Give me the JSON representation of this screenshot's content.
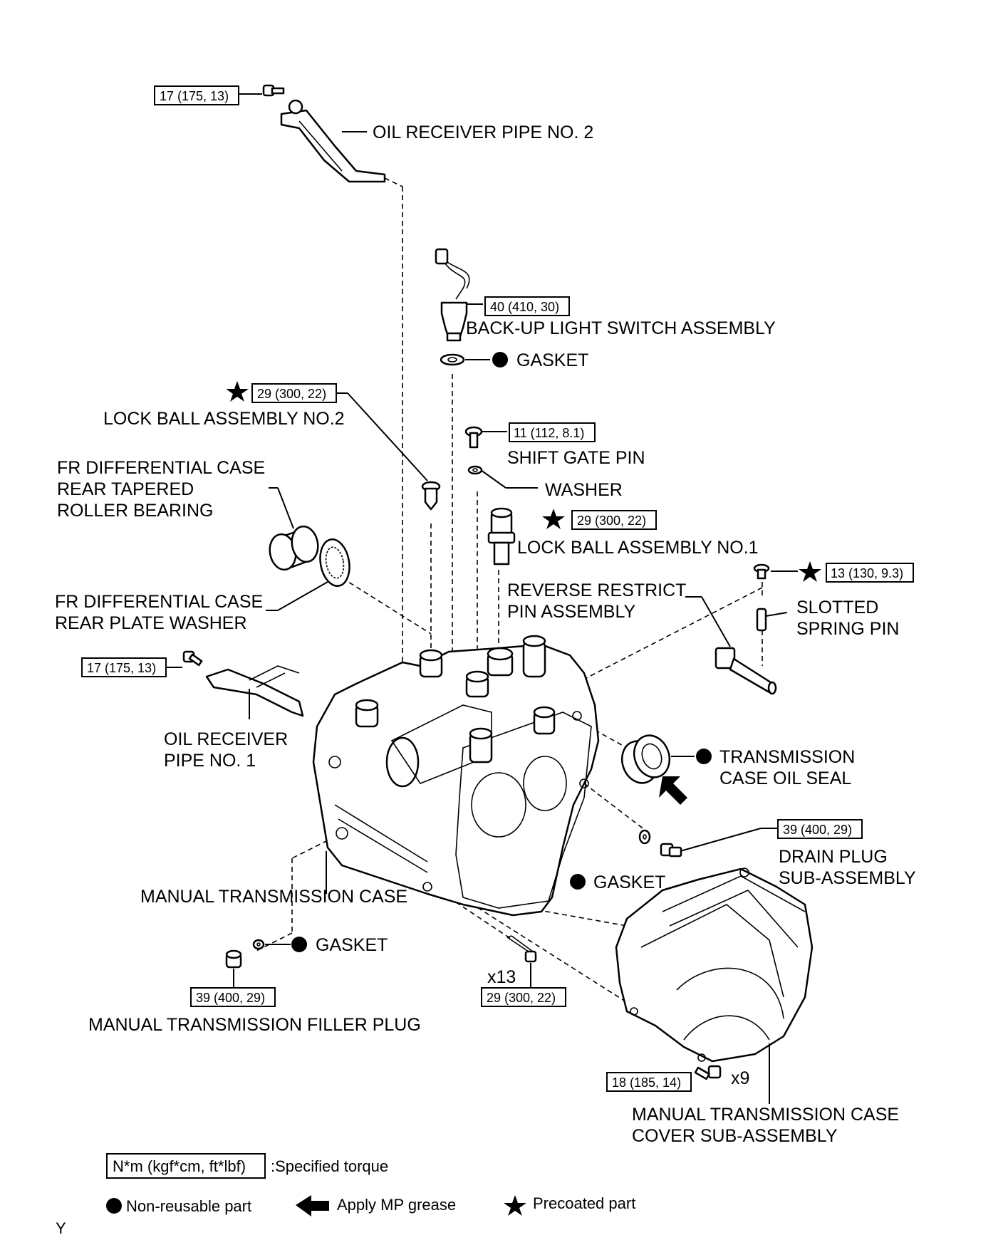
{
  "labels": {
    "oil_receiver_pipe_2": "OIL RECEIVER PIPE NO. 2",
    "backup_light_switch": "BACK-UP LIGHT SWITCH ASSEMBLY",
    "gasket_top": "GASKET",
    "lock_ball_2": "LOCK BALL ASSEMBLY NO.2",
    "shift_gate_pin": "SHIFT GATE PIN",
    "fr_bearing_1": "FR DIFFERENTIAL CASE",
    "fr_bearing_2": "REAR TAPERED",
    "fr_bearing_3": "ROLLER BEARING",
    "washer": "WASHER",
    "lock_ball_1": "LOCK BALL ASSEMBLY NO.1",
    "reverse_restrict_1": "REVERSE RESTRICT",
    "reverse_restrict_2": "PIN ASSEMBLY",
    "slotted_1": "SLOTTED",
    "slotted_2": "SPRING PIN",
    "fr_washer_1": "FR DIFFERENTIAL CASE",
    "fr_washer_2": "REAR PLATE WASHER",
    "oil_receiver_pipe_1a": "OIL RECEIVER",
    "oil_receiver_pipe_1b": "PIPE NO. 1",
    "trans_oil_seal_1": "TRANSMISSION",
    "trans_oil_seal_2": "CASE OIL SEAL",
    "drain_plug_1": "DRAIN PLUG",
    "drain_plug_2": "SUB-ASSEMBLY",
    "gasket_mid": "GASKET",
    "manual_trans_case": "MANUAL TRANSMISSION CASE",
    "gasket_low": "GASKET",
    "x13": "x13",
    "filler_plug": "MANUAL TRANSMISSION FILLER PLUG",
    "x9": "x9",
    "cover_1": "MANUAL TRANSMISSION CASE",
    "cover_2": "COVER SUB-ASSEMBLY"
  },
  "torques": {
    "t_pipe2": "17 (175, 13)",
    "t_backup": "40 (410, 30)",
    "t_lockball2": "29 (300, 22)",
    "t_shiftgate": "11 (112, 8.1)",
    "t_lockball1": "29 (300, 22)",
    "t_slotted": "13 (130, 9.3)",
    "t_pipe1": "17 (175, 13)",
    "t_drain": "39 (400, 29)",
    "t_filler": "39 (400, 29)",
    "t_case_bolt": "29 (300, 22)",
    "t_cover": "18 (185, 14)"
  },
  "legend": {
    "torque_units": "N*m (kgf*cm, ft*lbf)",
    "torque_desc": ":Specified torque",
    "non_reusable": "Non-reusable part",
    "mp_grease": "Apply MP grease",
    "precoated": "Precoated part"
  },
  "corner_code": "Y"
}
